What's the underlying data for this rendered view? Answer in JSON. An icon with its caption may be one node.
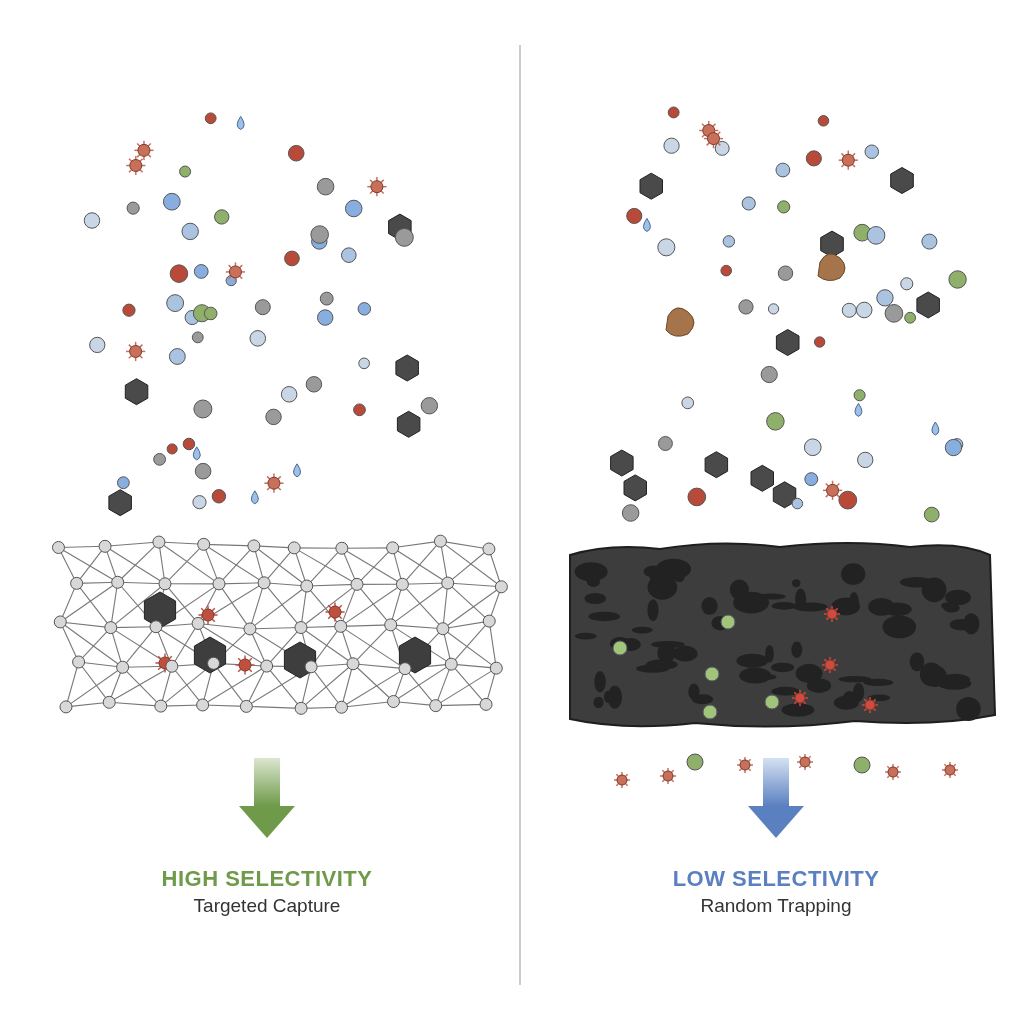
{
  "diagram": {
    "labels": [
      "HIGH SELECTIVITY",
      "Targeted Capture",
      "LOW SELECTIVITY",
      "Random Trapping"
    ]
  }
}
